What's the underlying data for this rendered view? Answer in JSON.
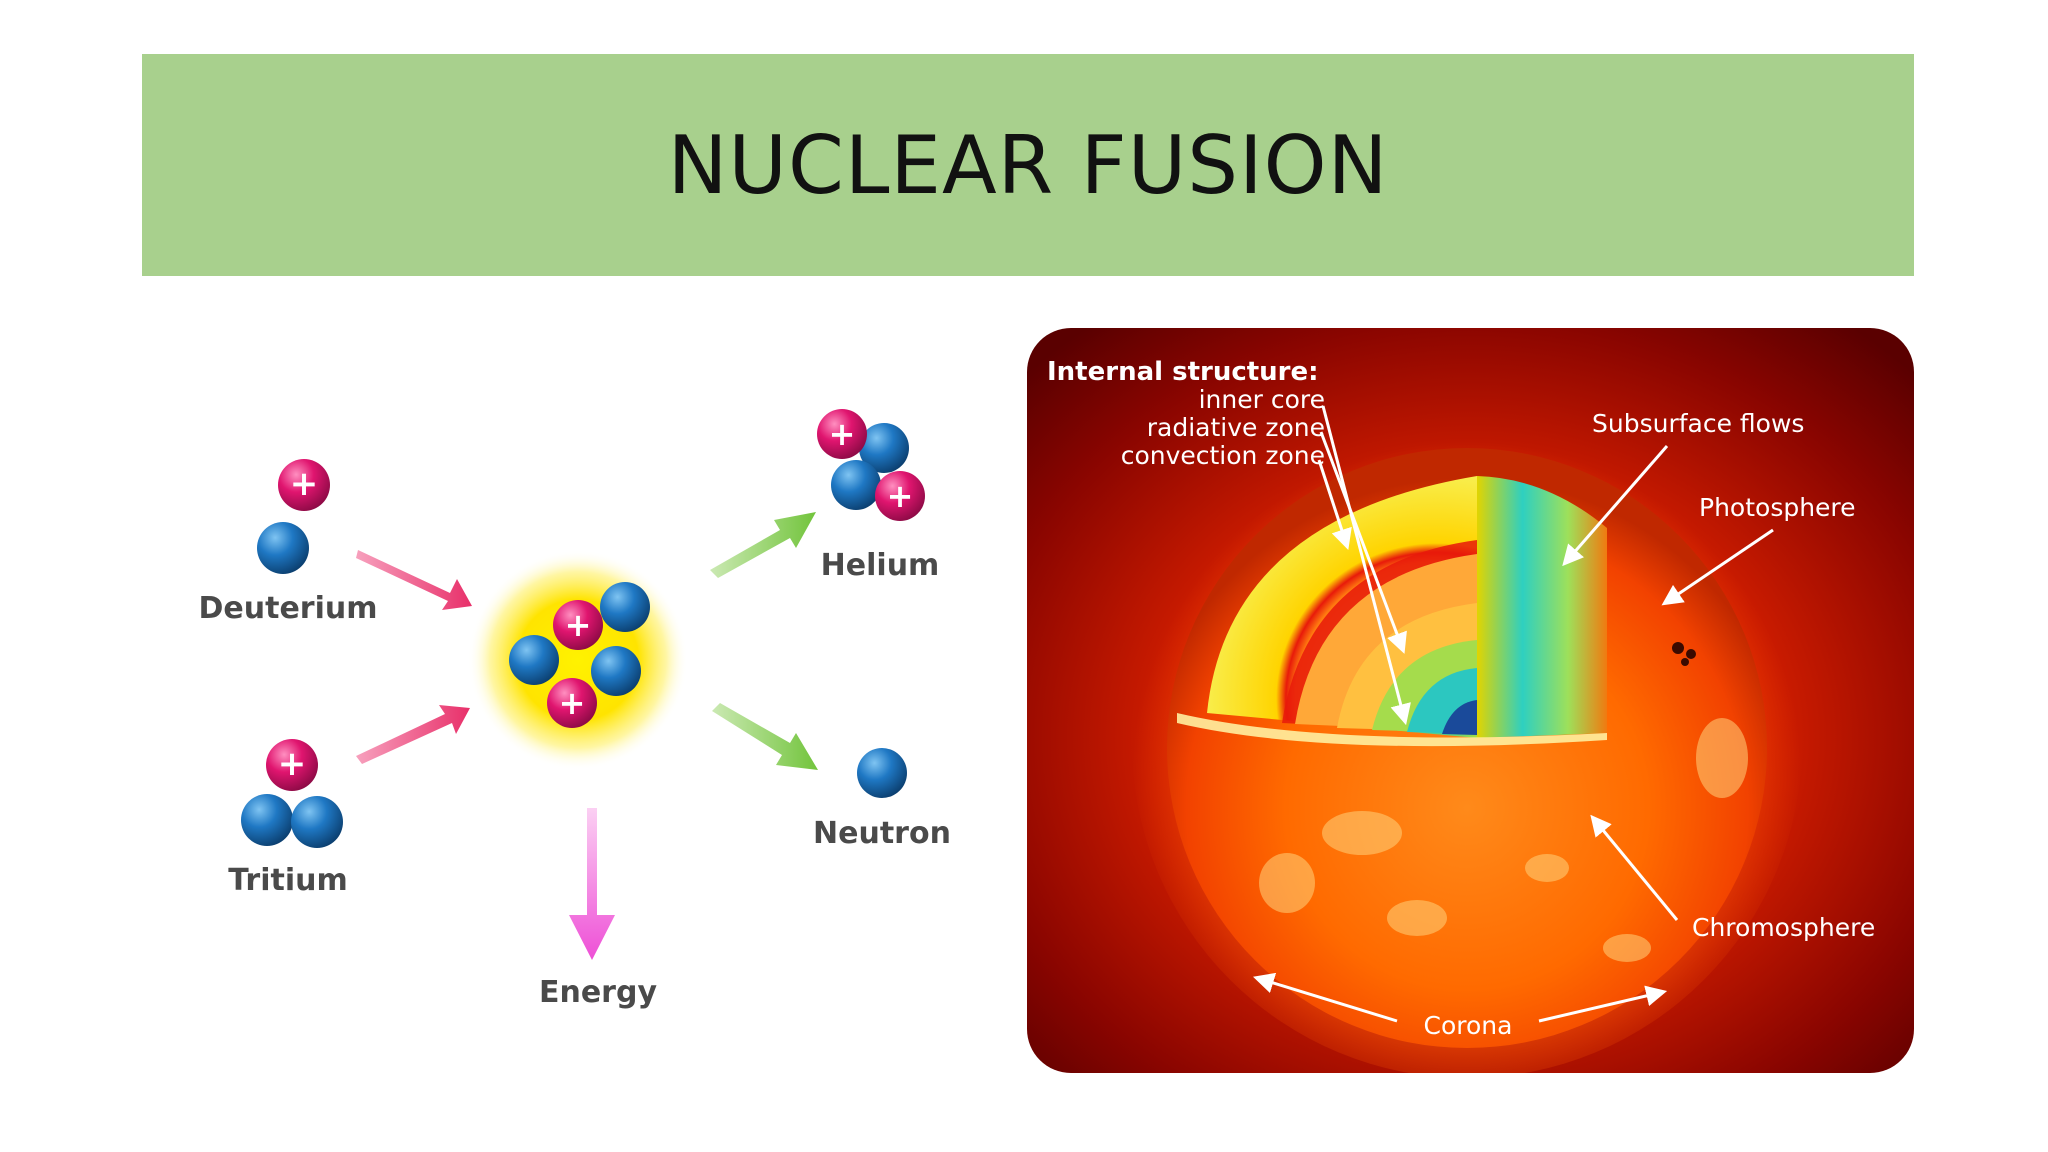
{
  "slide": {
    "title": "NUCLEAR FUSION"
  },
  "fusion": {
    "inputs": [
      "Deuterium",
      "Tritium"
    ],
    "outputs": [
      "Helium",
      "Neutron",
      "Energy"
    ],
    "proton_symbol": "+"
  },
  "sun": {
    "internal_heading": "Internal structure:",
    "internal_items": [
      "inner core",
      "radiative zone",
      "convection zone"
    ],
    "labels": {
      "subsurface": "Subsurface flows",
      "photosphere": "Photosphere",
      "chromosphere": "Chromosphere",
      "corona": "Corona"
    }
  },
  "colors": {
    "banner": "#a8d08d",
    "proton": "#e0156f",
    "neutron": "#1f78c4",
    "input_arrow": "#e8306a",
    "output_arrow": "#72c43c",
    "energy_arrow": "#ee4fd6"
  }
}
